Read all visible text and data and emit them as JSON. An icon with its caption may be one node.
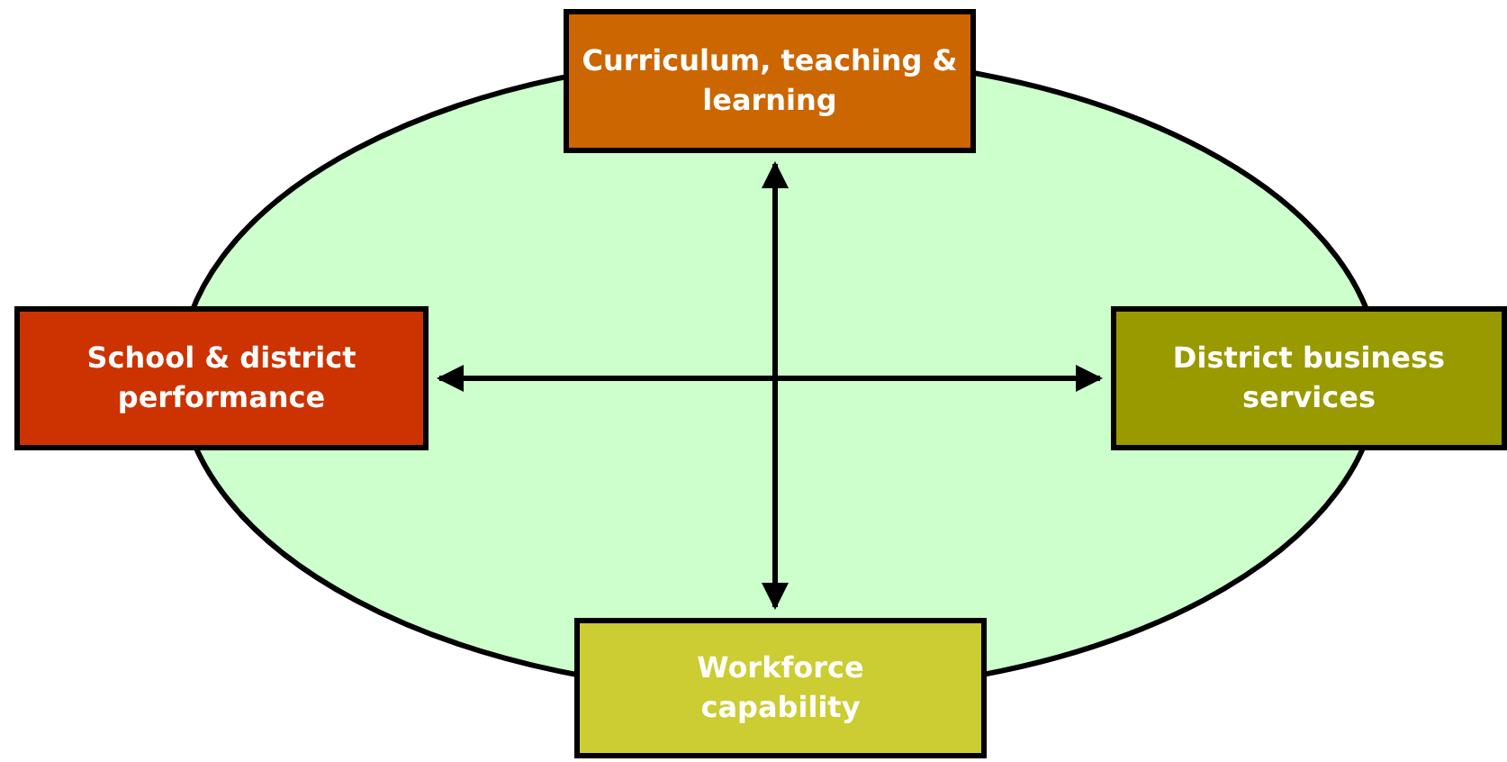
{
  "diagram": {
    "nodes": [
      {
        "text": [
          "Curriculum, teaching & learning"
        ]
      },
      {
        "text": [
          "School & district performance"
        ]
      },
      {
        "text": [
          "District business services"
        ]
      },
      {
        "text": [
          "Workforce capability"
        ]
      }
    ],
    "edges": [
      {
        "from": 0,
        "to": 3,
        "arrow": "both"
      },
      {
        "from": 1,
        "to": 2,
        "arrow": "both"
      }
    ]
  }
}
